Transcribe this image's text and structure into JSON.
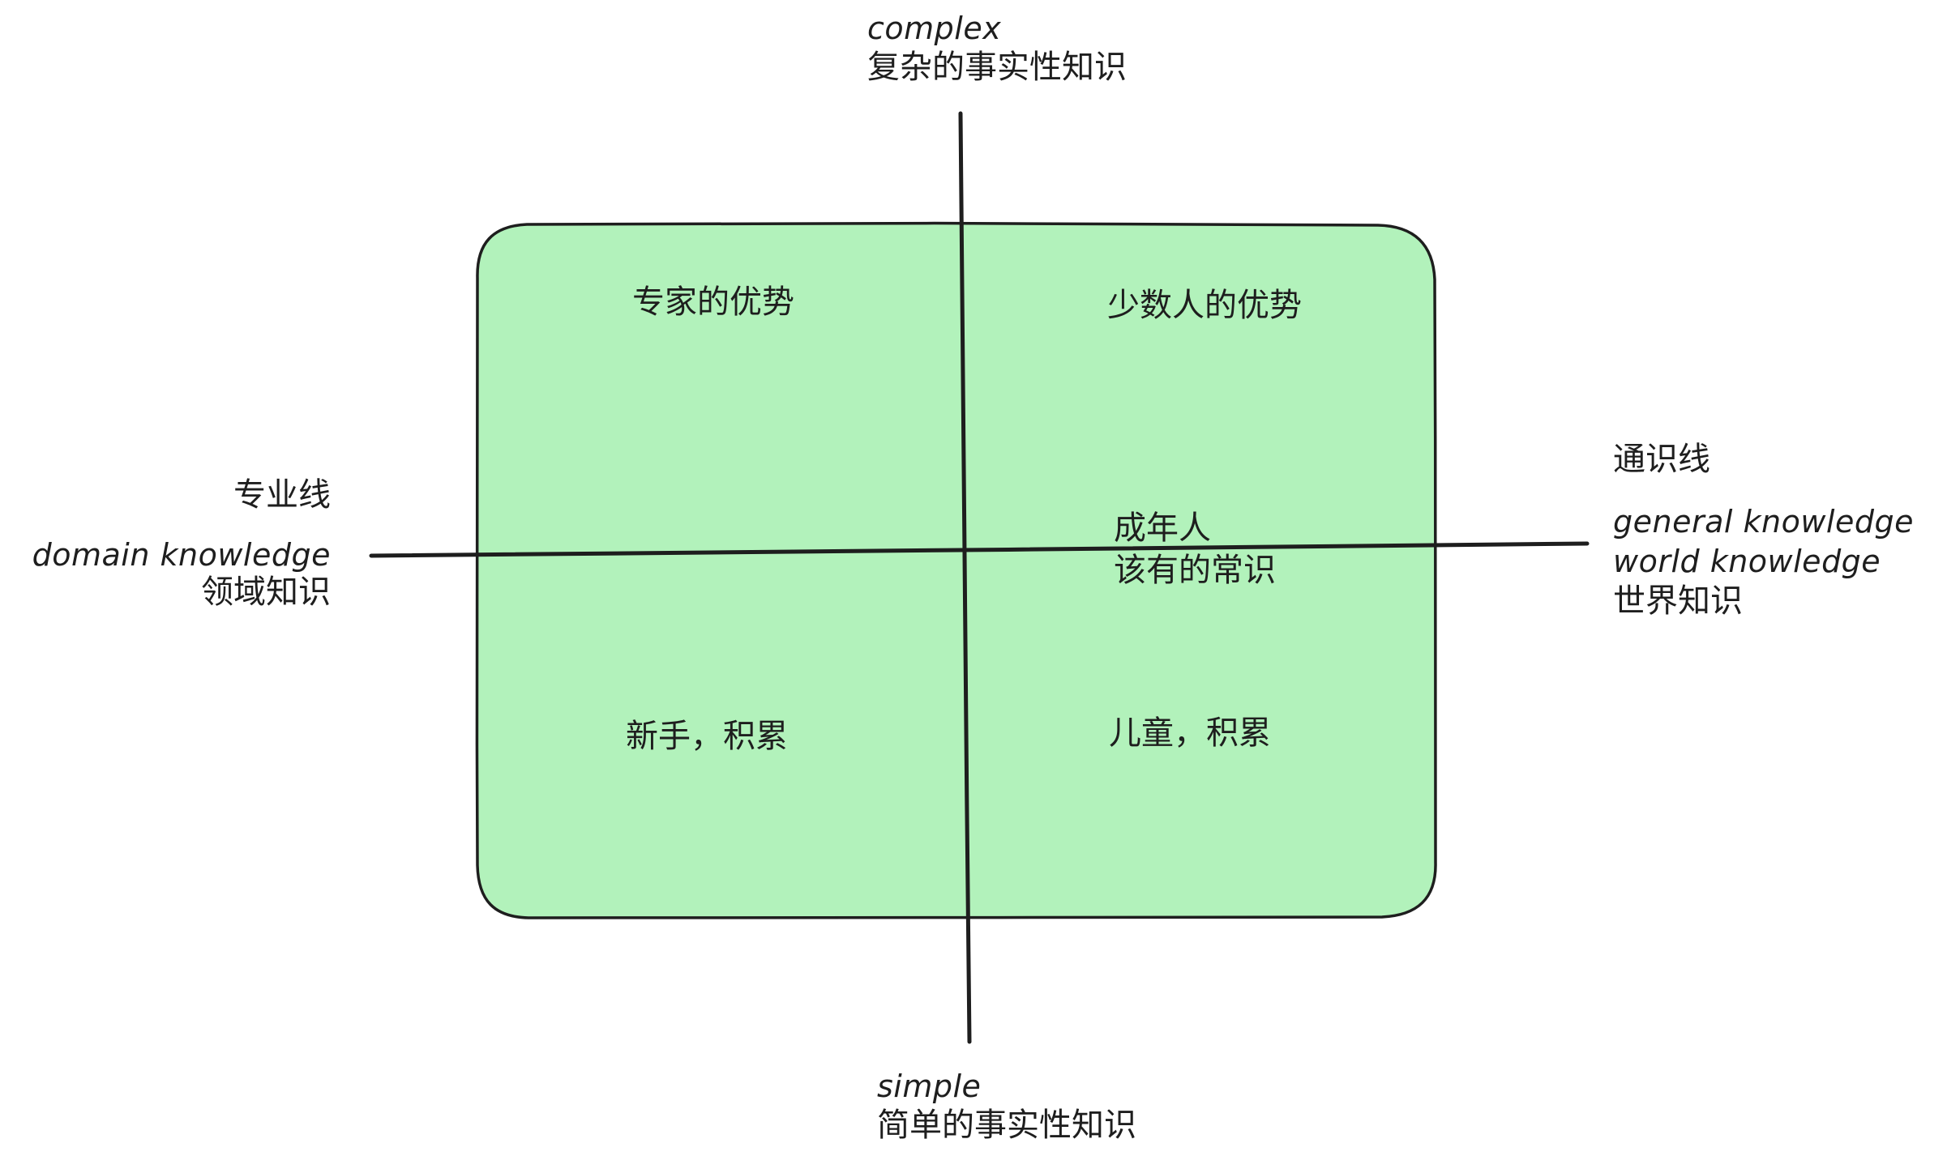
{
  "diagram": {
    "title": "",
    "fill_color": "#b2f2bb",
    "stroke_color": "#1e1e1e",
    "axes": {
      "top": {
        "english": "complex",
        "chinese": "复杂的事实性知识"
      },
      "bottom": {
        "english": "simple",
        "chinese": "简单的事实性知识"
      },
      "left": {
        "heading": "专业线",
        "english": "domain knowledge",
        "chinese": "领域知识"
      },
      "right": {
        "heading": "通识线",
        "english_1": "general knowledge",
        "english_2": "world knowledge",
        "chinese": "世界知识"
      }
    },
    "quadrants": {
      "top_left": "专家的优势",
      "top_right": "少数人的优势",
      "bottom_left": "新手，积累",
      "bottom_right": "儿童，积累",
      "center_right_line1": "成年人",
      "center_right_line2": "该有的常识"
    }
  }
}
